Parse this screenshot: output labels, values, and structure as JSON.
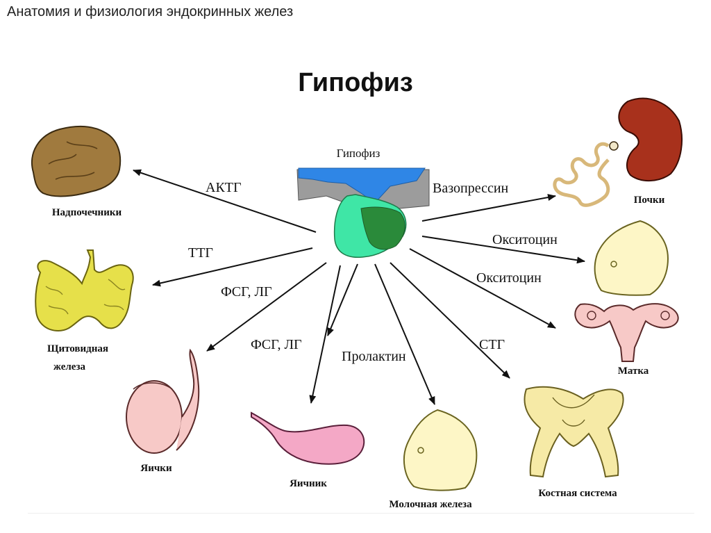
{
  "header": "Анатомия и физиология эндокринных желез",
  "title": "Гипофиз",
  "center": {
    "label": "Гипофиз"
  },
  "hormones": {
    "actg": "АКТГ",
    "ttg": "ТТГ",
    "fsg_lg_1": "ФСГ, ЛГ",
    "fsg_lg_2": "ФСГ, ЛГ",
    "prolactin": "Пролактин",
    "stg": "СТГ",
    "vasopressin": "Вазопрессин",
    "oxytocin_1": "Окситоцин",
    "oxytocin_2": "Окситоцин"
  },
  "organs": {
    "adrenals": "Надпочечники",
    "thyroid_1": "Щитовидная",
    "thyroid_2": "железа",
    "testes": "Яички",
    "ovary": "Яичник",
    "mammary": "Молочная железа",
    "bones": "Костная система",
    "uterus": "Матка",
    "kidneys": "Почки"
  },
  "colors": {
    "adrenal": "#a07a3e",
    "thyroid": "#e6e04a",
    "testis": "#f7c9c7",
    "ovary": "#f4a8c6",
    "breast": "#fdf6c6",
    "bone": "#f6eaa6",
    "kidney": "#a8311c",
    "pituitary_top": "#2f86e6",
    "pituitary_grey": "#9c9c9c",
    "pituitary_light": "#3fe6a6",
    "pituitary_dark": "#2a8a3a"
  }
}
